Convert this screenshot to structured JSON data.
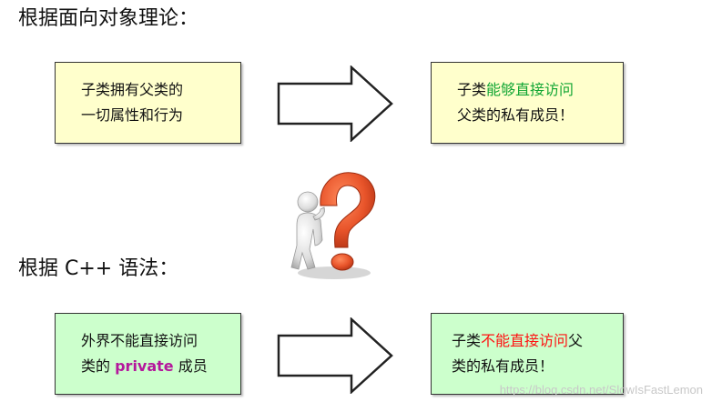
{
  "headings": {
    "theory": "根据面向对象理论：",
    "syntax": "根据 C++ 语法："
  },
  "top_left": {
    "line1": "子类拥有父类的",
    "line2": "一切属性和行为"
  },
  "top_right": {
    "line1_a": "子类",
    "line1_b": "能够直接访问",
    "line2": "父类的私有成员！"
  },
  "bottom_left": {
    "line1": "外界不能直接访问",
    "line2_a": "类的 ",
    "line2_b": "private",
    "line2_c": " 成员"
  },
  "bottom_right": {
    "line1_a": "子类",
    "line1_b": "不能直接访问",
    "line1_c": "父",
    "line2": "类的私有成员！"
  },
  "watermark": "https://blog.csdn.net/SlowIsFastLemon",
  "colors": {
    "top_box_fill": "#ffffcc",
    "bottom_box_fill": "#ccffcc",
    "highlight_green": "#11a633",
    "highlight_red": "#ff1111",
    "highlight_purple": "#b4189c",
    "question_mark": "#e8542a"
  },
  "icons": {
    "arrows": "right-arrow-icon",
    "figure": "question-mark-figure-icon"
  }
}
